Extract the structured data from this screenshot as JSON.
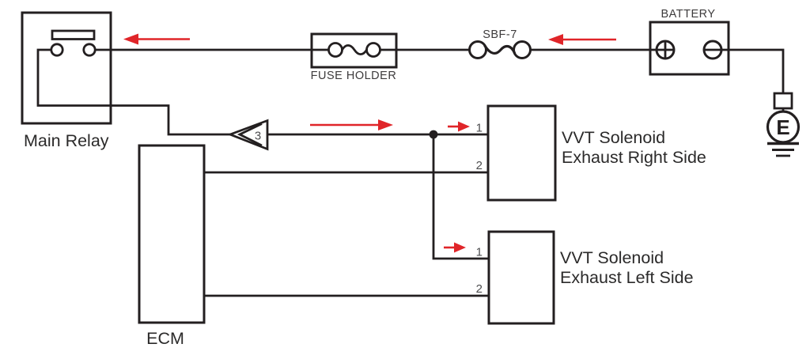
{
  "diagram": {
    "type": "automotive-wiring-schematic",
    "components": {
      "main_relay": {
        "label": "Main Relay"
      },
      "fuse_holder": {
        "label": "FUSE HOLDER"
      },
      "fuse_sbf7": {
        "label": "SBF-7"
      },
      "battery": {
        "label": "BATTERY"
      },
      "ground": {
        "label": "E"
      },
      "ecm": {
        "label": "ECM"
      },
      "vvt_solenoid_right": {
        "line1": "VVT Solenoid",
        "line2": "Exhaust Right Side",
        "pin1": "1",
        "pin2": "2"
      },
      "vvt_solenoid_left": {
        "line1": "VVT Solenoid",
        "line2": "Exhaust Left Side",
        "pin1": "1",
        "pin2": "2"
      },
      "connector_3": {
        "label": "3"
      }
    },
    "colors": {
      "wire": "#231f20",
      "flow_arrow": "#e02529",
      "pin_text": "#4d4d4f",
      "background": "#ffffff"
    }
  }
}
